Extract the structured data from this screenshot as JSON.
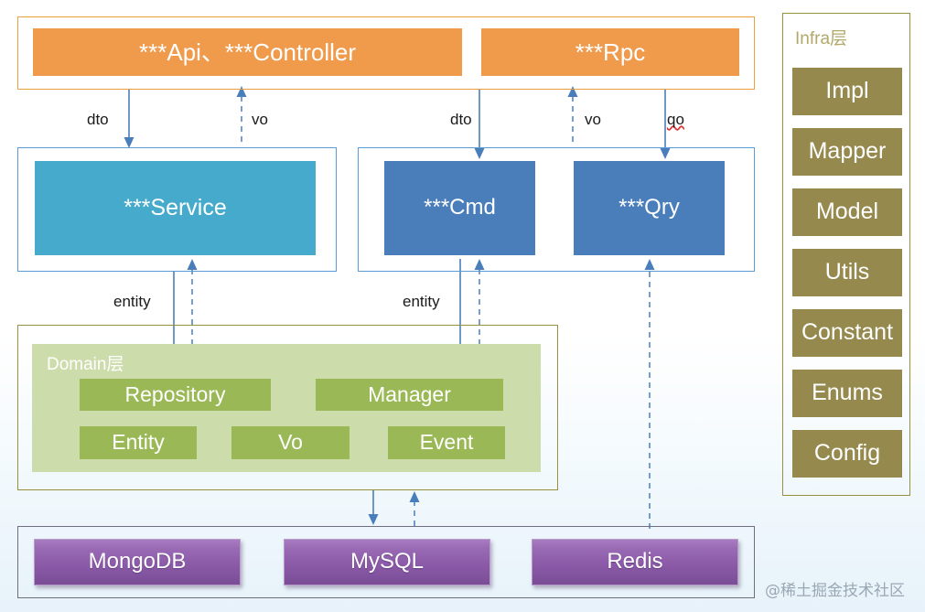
{
  "diagram": {
    "title": "DDD layered architecture diagram",
    "colors": {
      "orange_fill": "#F09A4C",
      "orange_border": "#E8A13E",
      "teal_fill": "#45AACB",
      "blue_fill": "#4A7EBB",
      "blue_border": "#5B9BD5",
      "domain_outer": "#CDDCAB",
      "green_fill": "#9AB956",
      "olive_fill": "#96894E",
      "olive_border": "#97903E",
      "purple_fill": "#8B5AA8",
      "gray_border": "#6E6E7E",
      "arrow": "#4A7EBB",
      "background": "#E7F2FA"
    }
  },
  "interface_layer": {
    "boxes": [
      {
        "label": "***Api、***Controller"
      },
      {
        "label": "***Rpc"
      }
    ]
  },
  "application_layer": {
    "service_group": [
      {
        "label": "***Service"
      }
    ],
    "cqrs_group": [
      {
        "label": "***Cmd"
      },
      {
        "label": "***Qry"
      }
    ]
  },
  "domain_layer": {
    "title": "Domain层",
    "row1": [
      {
        "label": "Repository"
      },
      {
        "label": "Manager"
      }
    ],
    "row2": [
      {
        "label": "Entity"
      },
      {
        "label": "Vo"
      },
      {
        "label": "Event"
      }
    ]
  },
  "storage_layer": {
    "boxes": [
      {
        "label": "MongoDB"
      },
      {
        "label": "MySQL"
      },
      {
        "label": "Redis"
      }
    ]
  },
  "infra_layer": {
    "title": "Infra层",
    "items": [
      {
        "label": "Impl"
      },
      {
        "label": "Mapper"
      },
      {
        "label": "Model"
      },
      {
        "label": "Utils"
      },
      {
        "label": "Constant"
      },
      {
        "label": "Enums"
      },
      {
        "label": "Config"
      }
    ]
  },
  "edges": [
    {
      "id": "e1",
      "label": "dto",
      "misspelled": false
    },
    {
      "id": "e2",
      "label": "vo",
      "misspelled": false
    },
    {
      "id": "e3",
      "label": "dto",
      "misspelled": false
    },
    {
      "id": "e4",
      "label": "vo",
      "misspelled": false
    },
    {
      "id": "e5",
      "label": "qo",
      "misspelled": true
    },
    {
      "id": "e6",
      "label": "entity",
      "misspelled": false
    },
    {
      "id": "e7",
      "label": "entity",
      "misspelled": false
    }
  ],
  "watermark": {
    "text": "@稀土掘金技术社区"
  }
}
